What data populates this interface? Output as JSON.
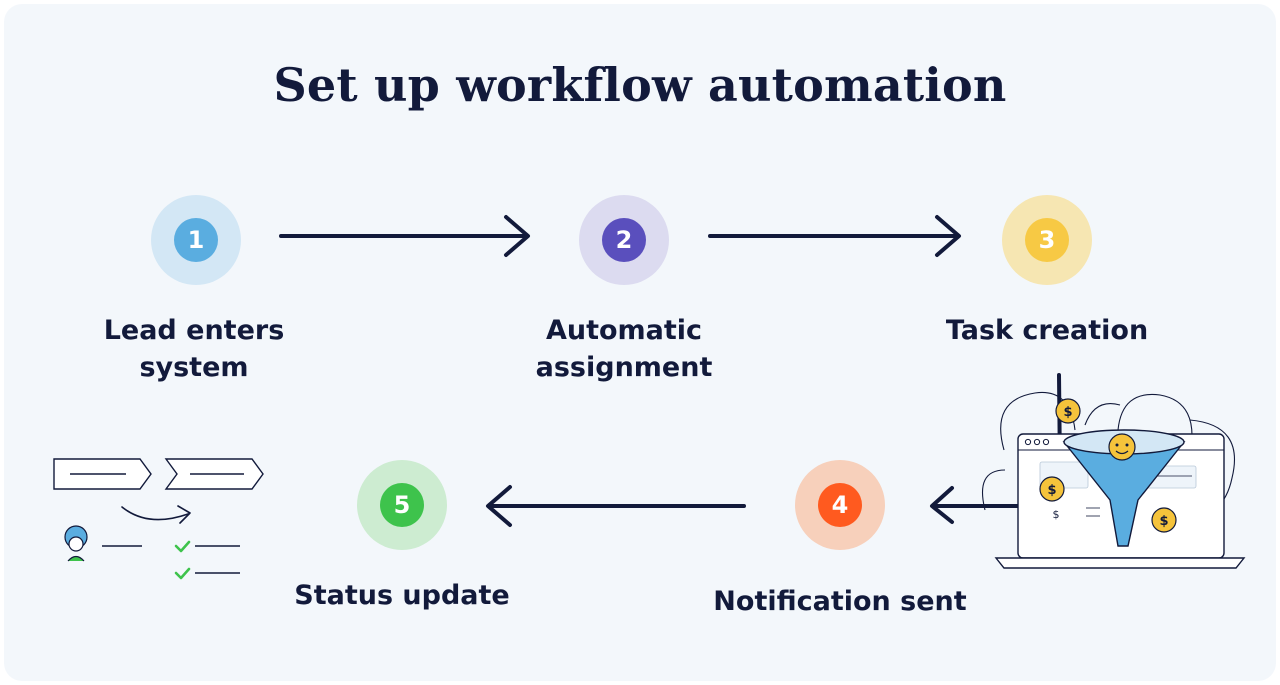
{
  "title": "Set up workflow automation",
  "colors": {
    "ink": "#121a3b",
    "background": "#f3f7fb",
    "step1_fill": "#5aade0",
    "step1_halo": "#d3e7f5",
    "step2_fill": "#5a4fbd",
    "step2_halo": "#dcdbf0",
    "step3_fill": "#f7c944",
    "step3_halo": "#f6e6b2",
    "step4_fill": "#ff5a1f",
    "step4_halo": "#f7d0bb",
    "step5_fill": "#3ec34c",
    "step5_halo": "#cdecd1",
    "funnel_blue": "#5aade0",
    "coin_gold": "#f5c33b",
    "check_green": "#3ec34c"
  },
  "steps": [
    {
      "number": "1",
      "label": "Lead enters\nsystem"
    },
    {
      "number": "2",
      "label": "Automatic\nassignment"
    },
    {
      "number": "3",
      "label": "Task creation"
    },
    {
      "number": "4",
      "label": "Notification sent"
    },
    {
      "number": "5",
      "label": "Status update"
    }
  ],
  "illustrations": {
    "left": "workflow-checklist-illustration",
    "right": "sales-funnel-laptop-illustration",
    "coin_symbol": "$"
  }
}
